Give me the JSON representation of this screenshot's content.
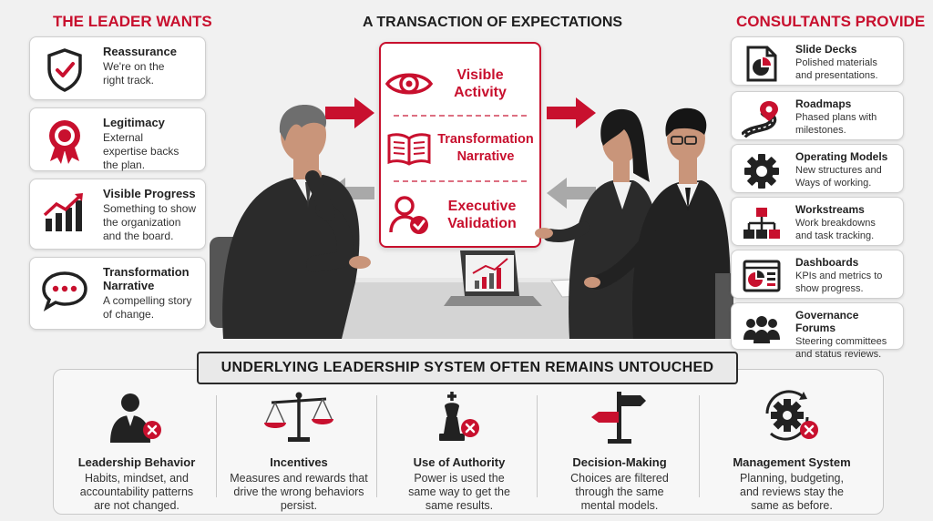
{
  "headings": {
    "left": "THE LEADER WANTS",
    "center": "A TRANSACTION OF EXPECTATIONS",
    "right": "CONSULTANTS PROVIDE"
  },
  "leader_wants": [
    {
      "title": "Reassurance",
      "desc": "We're on the right track.",
      "icon": "shield-check-icon"
    },
    {
      "title": "Legitimacy",
      "desc": "External expertise backs the plan.",
      "icon": "award-ribbon-icon"
    },
    {
      "title": "Visible Progress",
      "desc": "Something to show the organization and the board.",
      "icon": "growth-chart-icon"
    },
    {
      "title": "Transformation Narrative",
      "desc": "A compelling story of change.",
      "icon": "speech-bubble-icon"
    }
  ],
  "center_items": [
    {
      "label": "Visible Activity",
      "icon": "eye-icon"
    },
    {
      "label": "Transformation Narrative",
      "icon": "open-book-icon"
    },
    {
      "label": "Executive Validation",
      "icon": "user-check-icon"
    }
  ],
  "consultants_provide": [
    {
      "title": "Slide Decks",
      "desc": "Polished materials and presentations.",
      "icon": "document-chart-icon"
    },
    {
      "title": "Roadmaps",
      "desc": "Phased plans with milestones.",
      "icon": "road-pin-icon"
    },
    {
      "title": "Operating Models",
      "desc": "New structures and Ways of working.",
      "icon": "gear-icon"
    },
    {
      "title": "Workstreams",
      "desc": "Work breakdowns and task tracking.",
      "icon": "hierarchy-icon"
    },
    {
      "title": "Dashboards",
      "desc": "KPIs and metrics to show progress.",
      "icon": "dashboard-icon"
    },
    {
      "title": "Governance Forums",
      "desc": "Steering committees and status reviews.",
      "icon": "group-icon"
    }
  ],
  "banner": "UNDERLYING LEADERSHIP SYSTEM OFTEN REMAINS UNTOUCHED",
  "untouched": [
    {
      "title": "Leadership Behavior",
      "desc": "Habits, mindset, and accountability patterns are not changed.",
      "icon": "leader-silhouette-icon"
    },
    {
      "title": "Incentives",
      "desc": "Measures and rewards that drive the wrong behaviors persist.",
      "icon": "scales-icon"
    },
    {
      "title": "Use of Authority",
      "desc": "Power is used the same way to get the same results.",
      "icon": "chess-king-icon"
    },
    {
      "title": "Decision-Making",
      "desc": "Choices are filtered through the same mental models.",
      "icon": "signpost-icon"
    },
    {
      "title": "Management System",
      "desc": "Planning, budgeting, and reviews stay the same as before.",
      "icon": "gear-cycle-icon"
    }
  ],
  "colors": {
    "accent": "#c8102e",
    "dark": "#222222",
    "background": "#f1f1f1"
  }
}
